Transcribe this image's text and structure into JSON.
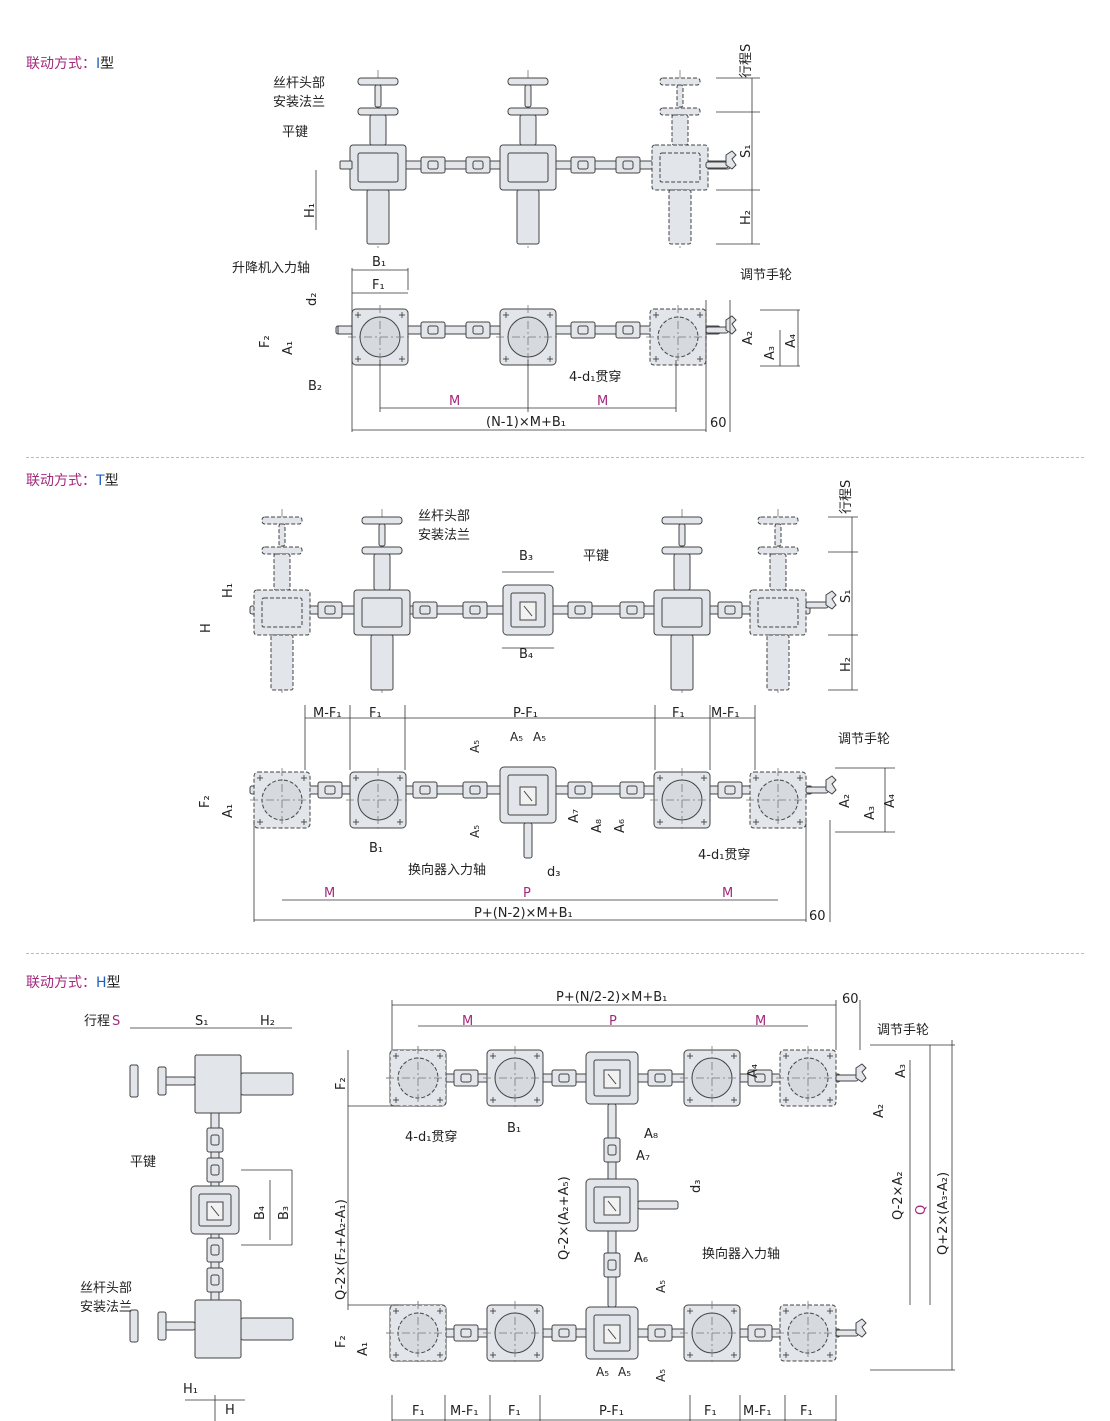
{
  "sections": [
    {
      "prefix": "联动方式：",
      "type": "I",
      "suffix": "型"
    },
    {
      "prefix": "联动方式：",
      "type": "T",
      "suffix": "型"
    },
    {
      "prefix": "联动方式：",
      "type": "H",
      "suffix": "型"
    }
  ],
  "colors": {
    "accent": "#a3297f",
    "type_letter": "#1f5fbf",
    "part_fill": "#e2e5e9",
    "line": "#444444"
  },
  "I": {
    "screw_head": "丝杆头部",
    "flange": "安装法兰",
    "key": "平键",
    "stroke": "行程S",
    "s1": "S₁",
    "h1": "H₁",
    "h2": "H₂",
    "input_shaft": "升降机入力轴",
    "b1": "B₁",
    "f1": "F₁",
    "d2": "d₂",
    "f2": "F₂",
    "a1": "A₁",
    "b2": "B₂",
    "handwheel": "调节手轮",
    "a2": "A₂",
    "a3": "A₃",
    "a4": "A₄",
    "holes": "4-d₁贯穿",
    "m1": "M",
    "m2": "M",
    "total": "(N-1)×M+B₁",
    "sixty": "60"
  },
  "T": {
    "screw_head": "丝杆头部",
    "flange": "安装法兰",
    "b3": "B₃",
    "key": "平键",
    "stroke": "行程S",
    "h1": "H₁",
    "h": "H",
    "s1": "S₁",
    "b4": "B₄",
    "h2": "H₂",
    "mf1a": "M-F₁",
    "f1a": "F₁",
    "pf1": "P-F₁",
    "f1b": "F₁",
    "mf1b": "M-F₁",
    "a5a": "A₅",
    "a5b": "A₅",
    "a5c": "A₅",
    "handwheel": "调节手轮",
    "f2": "F₂",
    "a1": "A₁",
    "a2": "A₂",
    "a3": "A₃",
    "a4": "A₄",
    "a7": "A₇",
    "a8": "A₈",
    "a6": "A₆",
    "a5d": "A₅",
    "b1": "B₁",
    "holes": "4-d₁贯穿",
    "rev_input": "换向器入力轴",
    "d3": "d₃",
    "m1": "M",
    "p": "P",
    "m2": "M",
    "total": "P+(N-2)×M+B₁",
    "sixty": "60"
  },
  "H": {
    "stroke_label": "行程",
    "stroke_s": "S",
    "s1": "S₁",
    "h2": "H₂",
    "key": "平键",
    "b4": "B₄",
    "b3": "B₃",
    "screw_head": "丝杆头部",
    "flange": "安装法兰",
    "h1": "H₁",
    "h": "H",
    "total": "P+(N/2-2)×M+B₁",
    "sixty": "60",
    "m1": "M",
    "p": "P",
    "m2": "M",
    "handwheel": "调节手轮",
    "f2a": "F₂",
    "a4": "A₄",
    "a3": "A₃",
    "a2": "A₂",
    "holes": "4-d₁贯穿",
    "b1": "B₁",
    "a8": "A₈",
    "a7": "A₇",
    "q_f2": "Q-2×(F₂+A₂-A₁)",
    "q_a2a5": "Q-2×(A₂+A₅)",
    "d3": "d₃",
    "q_a2": "Q-2×A₂",
    "q": "Q",
    "q_a3a2": "Q+2×(A₃-A₂)",
    "a6": "A₆",
    "rev_input": "换向器入力轴",
    "a5a": "A₅",
    "f2b": "F₂",
    "a1": "A₁",
    "a5b": "A₅",
    "a5c": "A₅",
    "a5d": "A₅",
    "f1a": "F₁",
    "mf1a": "M-F₁",
    "f1b": "F₁",
    "pf1": "P-F₁",
    "f1c": "F₁",
    "mf1b": "M-F₁",
    "f1d": "F₁"
  }
}
